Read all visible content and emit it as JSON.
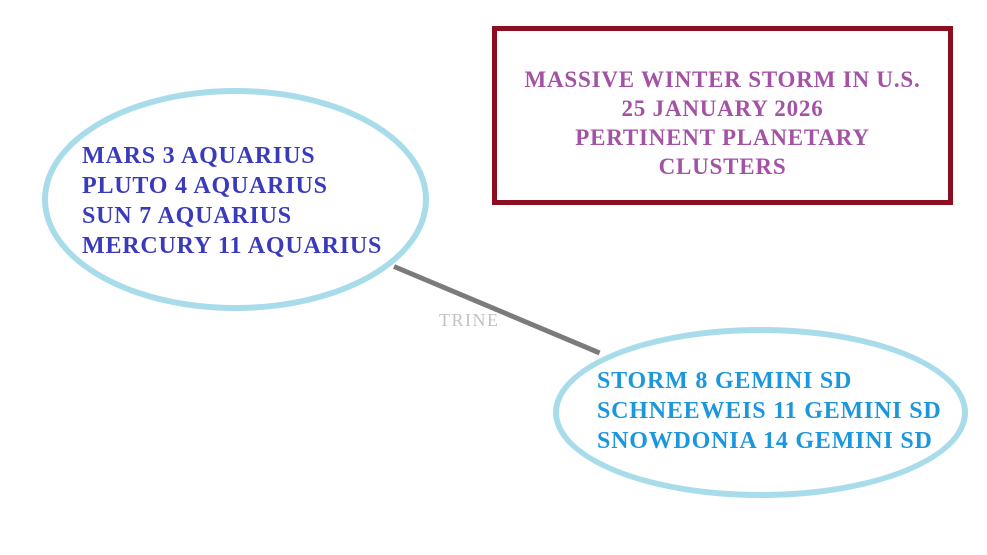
{
  "title_box": {
    "lines": [
      "MASSIVE WINTER STORM IN U.S.",
      "25 JANUARY 2026",
      "PERTINENT PLANETARY",
      "CLUSTERS"
    ]
  },
  "left_cluster": {
    "lines": [
      "MARS 3 AQUARIUS",
      "PLUTO 4 AQUARIUS",
      "SUN 7 AQUARIUS",
      "MERCURY 11 AQUARIUS"
    ]
  },
  "right_cluster": {
    "lines": [
      "STORM 8 GEMINI SD",
      "SCHNEEWEIS 11 GEMINI SD",
      "SNOWDONIA 14 GEMINI SD"
    ]
  },
  "connector": {
    "label": "TRINE"
  },
  "colors": {
    "title_border": "#8b0f20",
    "title_text": "#a352a5",
    "left_cluster_text": "#3a3abc",
    "right_cluster_text": "#1d97dc",
    "ellipse_border": "#a9dcea",
    "connector_line": "#7b7b7b",
    "connector_label_text": "#c2c2c2",
    "background": "#ffffff"
  }
}
